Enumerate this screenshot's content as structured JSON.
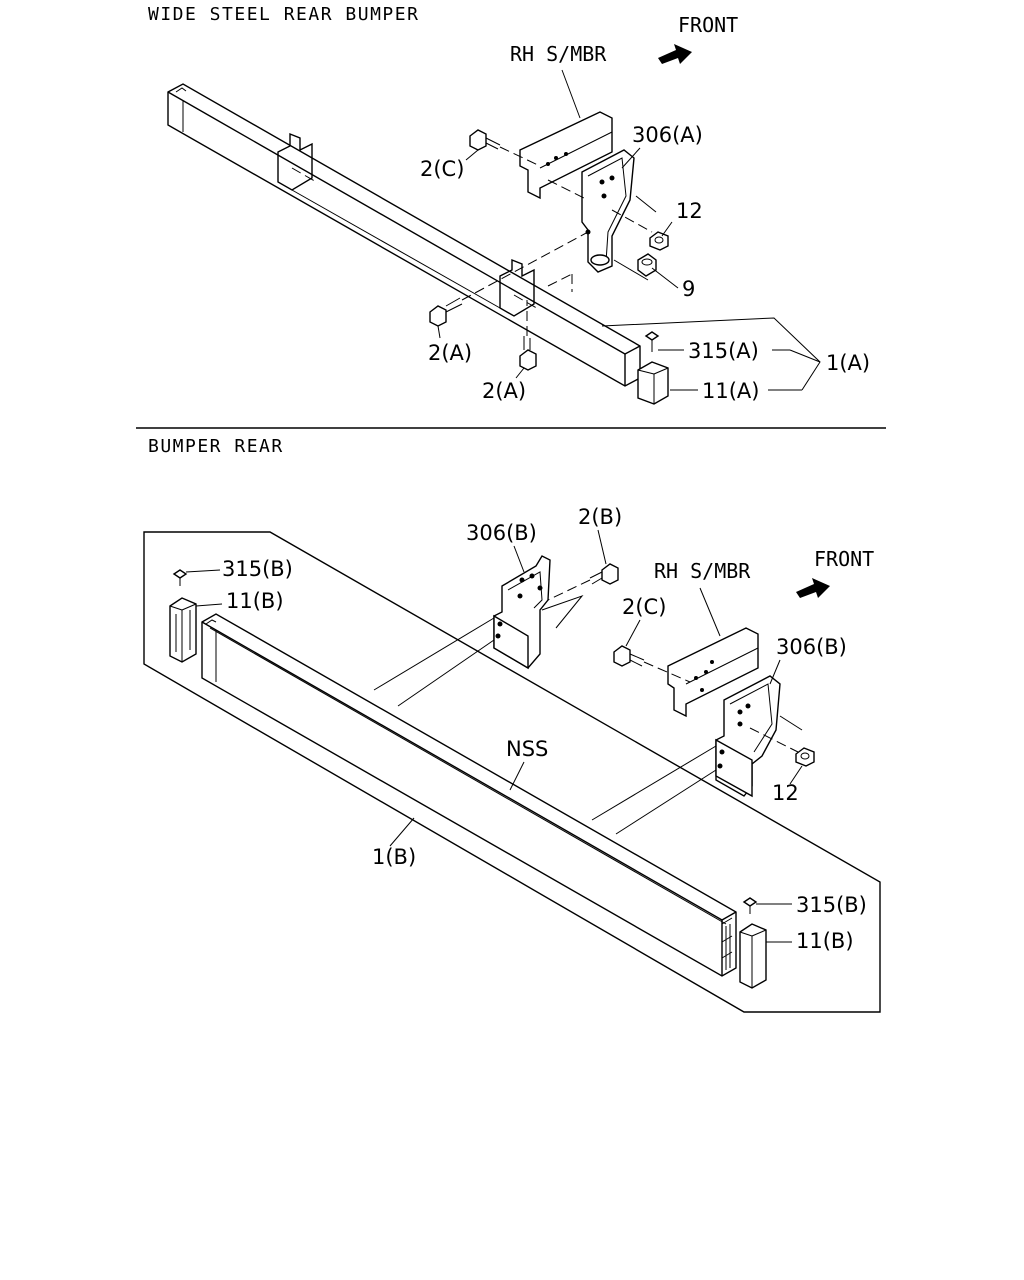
{
  "sections": {
    "top": {
      "title": "WIDE STEEL REAR BUMPER",
      "front_label": "FRONT",
      "member_label": "RH S/MBR",
      "callouts": {
        "bracket": "306(A)",
        "bolt_c": "2(C)",
        "nut": "12",
        "collar": "9",
        "bolt_a_left": "2(A)",
        "bolt_a_bottom": "2(A)",
        "screw": "315(A)",
        "cap": "11(A)",
        "assembly": "1(A)"
      }
    },
    "bottom": {
      "title": "BUMPER REAR",
      "front_label": "FRONT",
      "member_label": "RH S/MBR",
      "callouts": {
        "bracket_left": "306(B)",
        "bolt_b": "2(B)",
        "bolt_c": "2(C)",
        "bracket_right": "306(B)",
        "nut": "12",
        "nss": "NSS",
        "assembly": "1(B)",
        "screw_left": "315(B)",
        "cap_left": "11(B)",
        "screw_right": "315(B)",
        "cap_right": "11(B)"
      }
    }
  }
}
